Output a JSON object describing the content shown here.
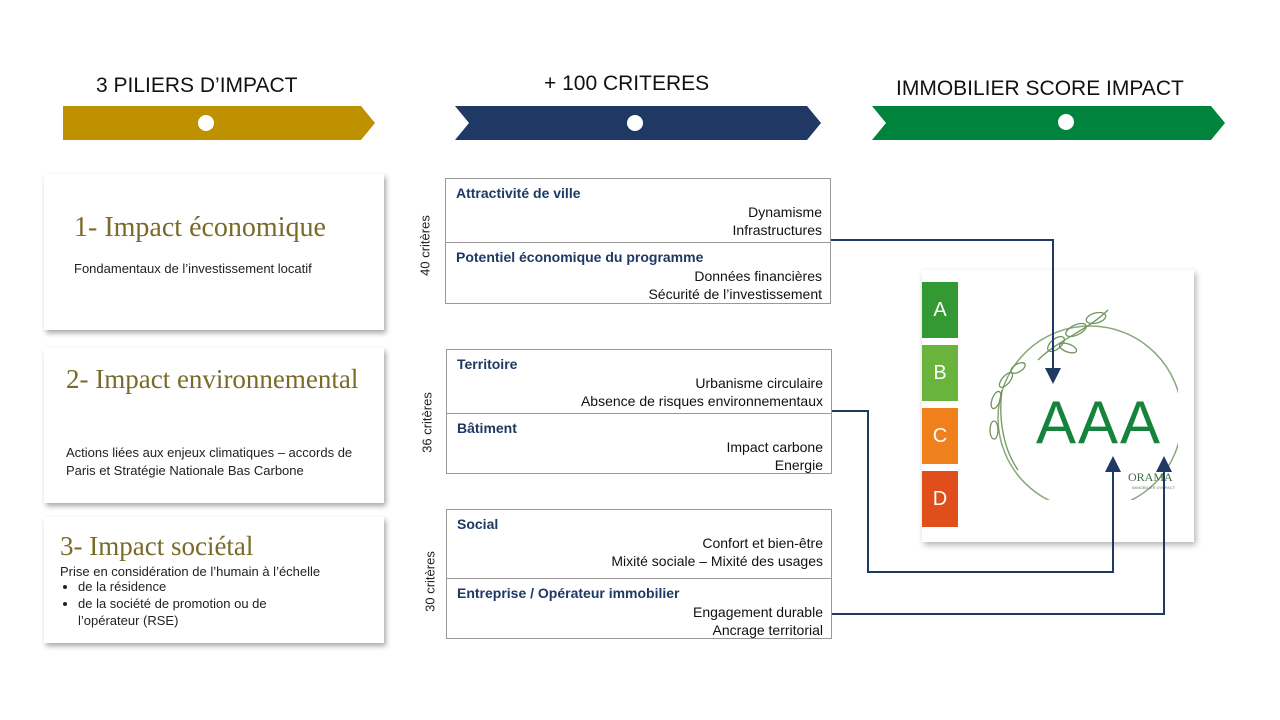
{
  "headers": {
    "piliers": "3 PILIERS D’IMPACT",
    "criteres": "+ 100 CRITERES",
    "score": "IMMOBILIER SCORE IMPACT"
  },
  "colors": {
    "gold": "#bf9000",
    "navy": "#1f3864",
    "green": "#00843d",
    "grade_a": "#339933",
    "grade_b": "#6ab43e",
    "grade_c": "#f0801c",
    "grade_d": "#e04e1c"
  },
  "pillars": [
    {
      "title": "1- Impact économique",
      "description": "Fondamentaux de l’investissement locatif"
    },
    {
      "title": "2- Impact environnemental",
      "description": "Actions liées aux enjeux climatiques – accords de Paris et Stratégie Nationale Bas Carbone"
    },
    {
      "title": "3- Impact sociétal",
      "description": "Prise en considération de l’humain à l’échelle",
      "bullets": [
        "de la résidence",
        "de la société de promotion ou de l’opérateur (RSE)"
      ]
    }
  ],
  "criteria_groups": [
    {
      "count_label": "40 critères",
      "sections": [
        {
          "heading": "Attractivité de ville",
          "items": [
            "Dynamisme",
            "Infrastructures"
          ]
        },
        {
          "heading": "Potentiel économique du programme",
          "items": [
            "Données financières",
            "Sécurité de l’investissement"
          ]
        }
      ]
    },
    {
      "count_label": "36 critères",
      "sections": [
        {
          "heading": "Territoire",
          "items": [
            "Urbanisme circulaire",
            "Absence de risques environnementaux"
          ]
        },
        {
          "heading": "Bâtiment",
          "items": [
            "Impact carbone",
            "Energie"
          ]
        }
      ]
    },
    {
      "count_label": "30 critères",
      "sections": [
        {
          "heading": "Social",
          "items": [
            "Confort et bien-être",
            "Mixité sociale – Mixité des usages"
          ]
        },
        {
          "heading": "Entreprise / Opérateur immobilier",
          "items": [
            "Engagement durable",
            "Ancrage territorial"
          ]
        }
      ]
    }
  ],
  "score": {
    "grades": [
      "A",
      "B",
      "C",
      "D"
    ],
    "result": "AAA",
    "brand": "ORAMA",
    "brand_tagline": "IMMOBILIER D'IMPACT"
  }
}
